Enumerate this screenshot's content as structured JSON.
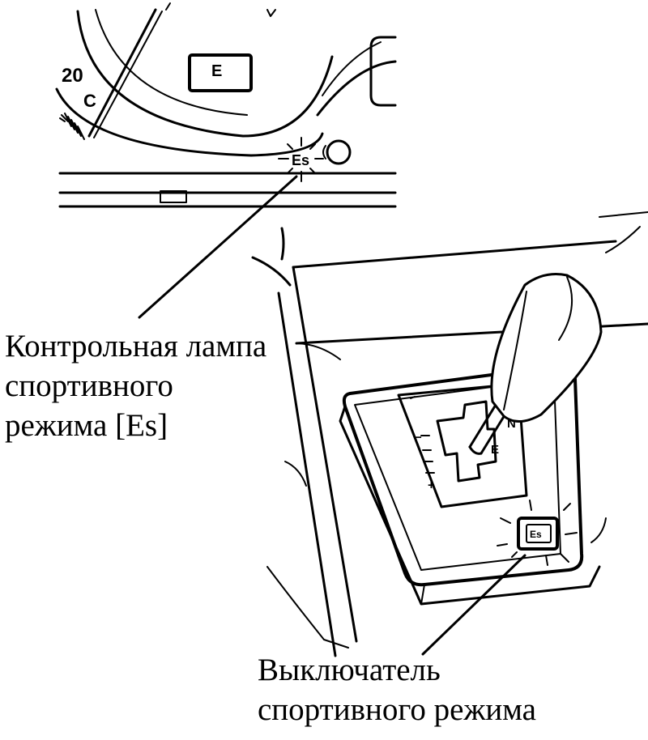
{
  "figure": {
    "gauge_scale_number": "20",
    "gauge_marker_c": "C",
    "mode_indicator_letter": "E",
    "warning_lamp_text": "Es",
    "switch_text": "Es",
    "gate_labels": {
      "n": "N",
      "e": "E",
      "plus": "+",
      "minus": "−"
    }
  },
  "callouts": {
    "lamp": {
      "line1": "Контрольная лампа",
      "line2": "спортивного",
      "line3": "режима [Es]"
    },
    "switch": {
      "line1": "Выключатель",
      "line2": "спортивного режима"
    }
  },
  "colors": {
    "ink": "#000000",
    "background": "#ffffff"
  }
}
